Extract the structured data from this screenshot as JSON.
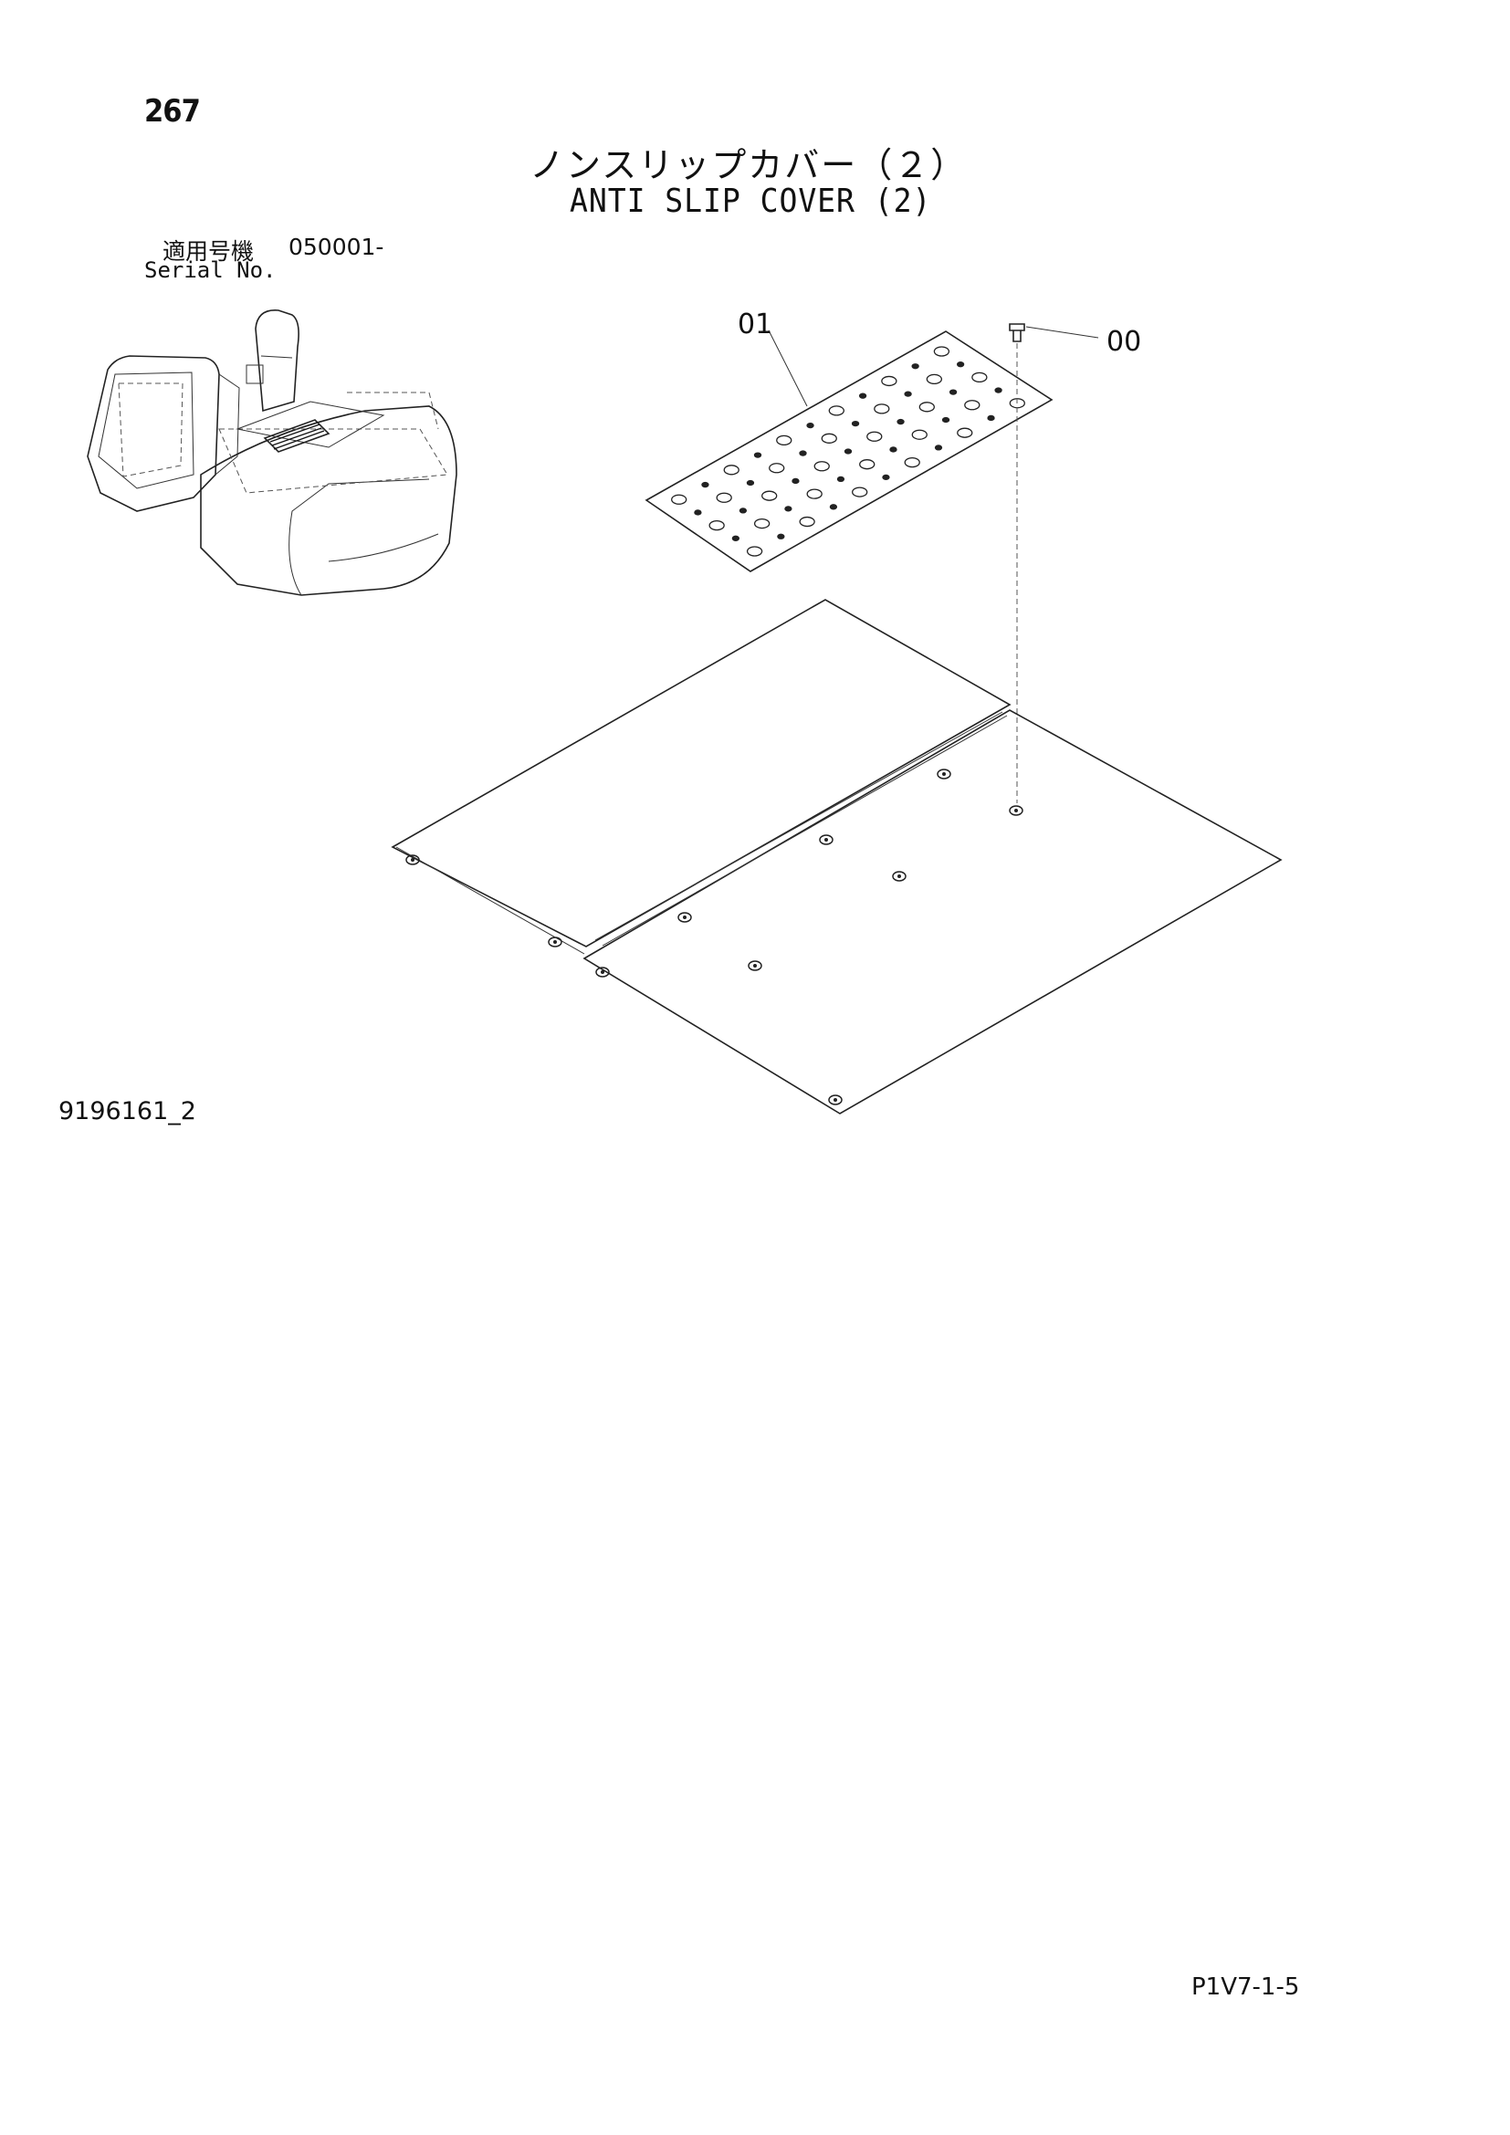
{
  "page_number": "267",
  "title_jp": "ノンスリップカバー（２）",
  "title_en": "ANTI SLIP COVER (2)",
  "serial": {
    "label_jp": "適用号機",
    "value": "050001-",
    "label_en": "Serial No."
  },
  "callouts": {
    "plate": "01",
    "bolt": "00"
  },
  "drawing_number": "9196161_2",
  "page_code": "P1V7-1-5"
}
